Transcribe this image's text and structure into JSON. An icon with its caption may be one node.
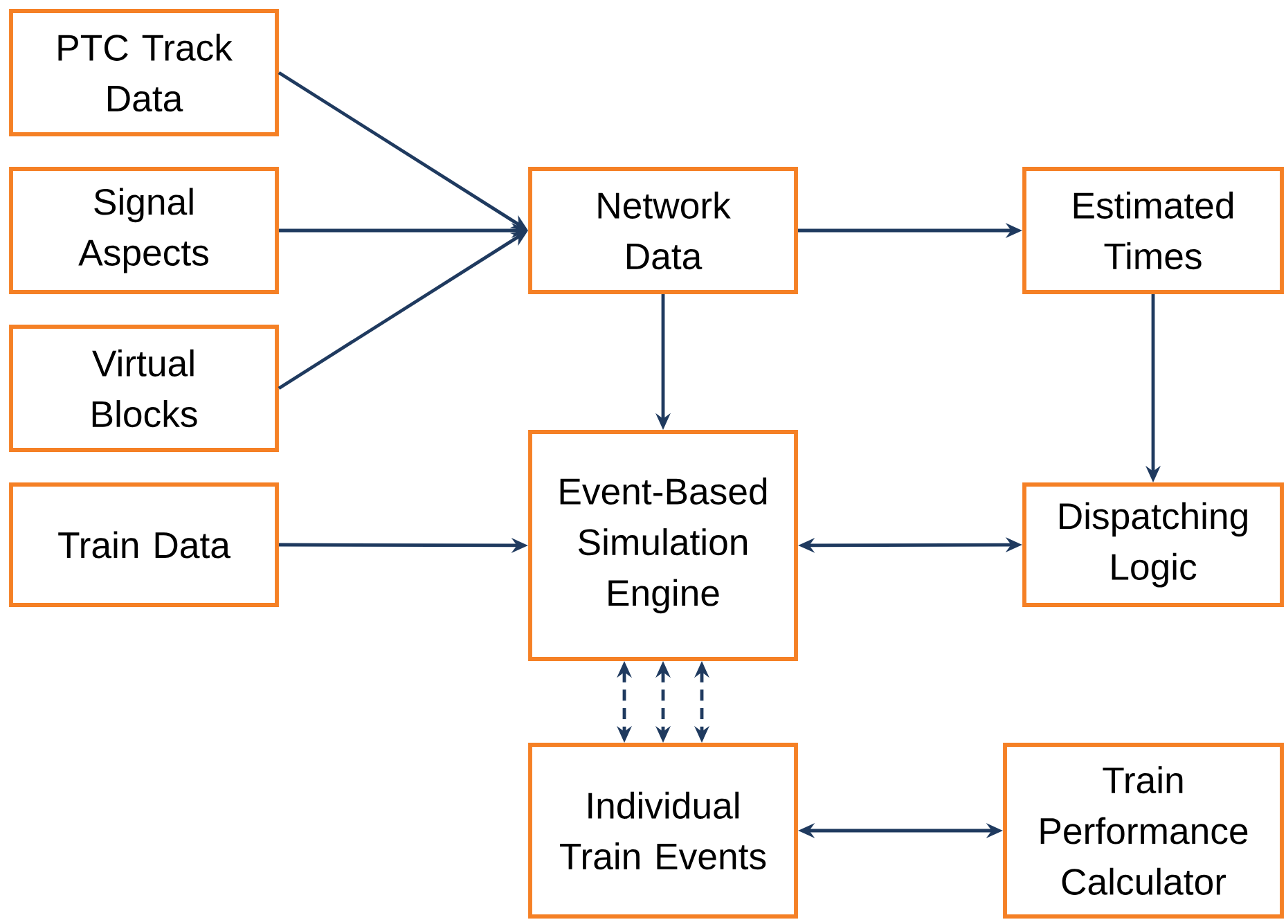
{
  "diagram": {
    "nodes": [
      {
        "text": [
          "PTC Track Data"
        ]
      },
      {
        "text": [
          "Signal Aspects"
        ]
      },
      {
        "text": [
          "Virtual Blocks"
        ]
      },
      {
        "text": [
          "Train Data"
        ]
      },
      {
        "text": [
          "Network Data"
        ]
      },
      {
        "text": [
          "Estimated Times"
        ]
      },
      {
        "text": [
          "Event-Based Simulation Engine"
        ]
      },
      {
        "text": [
          "Dispatching Logic"
        ]
      },
      {
        "text": [
          "Individual Train Events"
        ]
      },
      {
        "text": [
          "Train Performance Calculator"
        ]
      }
    ],
    "edges": [
      {
        "from": 0,
        "to": 4,
        "arrow": "to"
      },
      {
        "from": 1,
        "to": 4,
        "arrow": "to"
      },
      {
        "from": 2,
        "to": 4,
        "arrow": "to"
      },
      {
        "from": 4,
        "to": 5,
        "arrow": "to"
      },
      {
        "from": 4,
        "to": 6,
        "arrow": "to"
      },
      {
        "from": 5,
        "to": 7,
        "arrow": "to"
      },
      {
        "from": 3,
        "to": 6,
        "arrow": "to"
      },
      {
        "from": 6,
        "to": 7,
        "arrow": "both"
      },
      {
        "from": 6,
        "to": 8,
        "arrow": "both",
        "style": "dashed"
      },
      {
        "from": 6,
        "to": 8,
        "arrow": "both",
        "style": "dashed"
      },
      {
        "from": 6,
        "to": 8,
        "arrow": "both",
        "style": "dashed"
      },
      {
        "from": 8,
        "to": 9,
        "arrow": "both"
      }
    ]
  }
}
